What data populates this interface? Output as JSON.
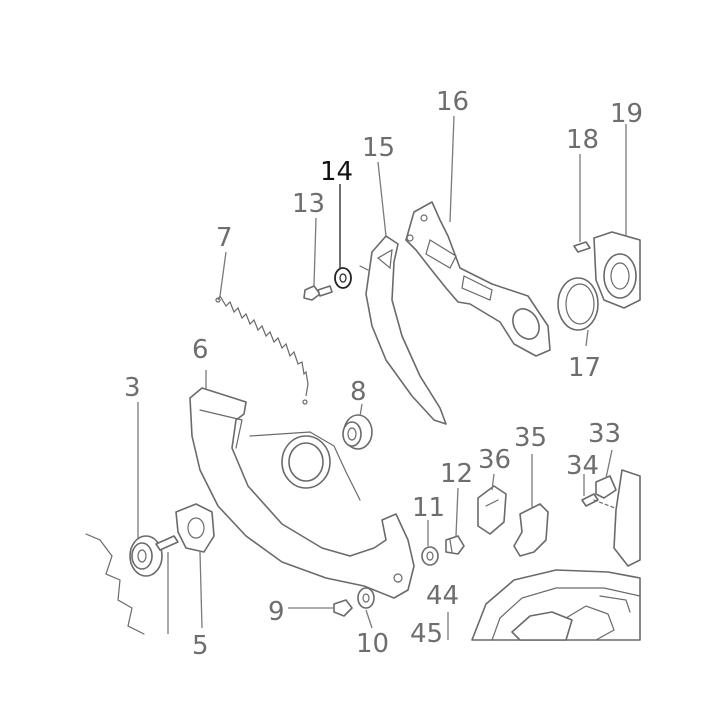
{
  "diagram": {
    "highlight_color": "#111111",
    "line_color": "#6a6a6a",
    "callouts": [
      {
        "id": "c3",
        "label": "3"
      },
      {
        "id": "c5",
        "label": "5"
      },
      {
        "id": "c6",
        "label": "6"
      },
      {
        "id": "c7",
        "label": "7"
      },
      {
        "id": "c8",
        "label": "8"
      },
      {
        "id": "c9",
        "label": "9"
      },
      {
        "id": "c10",
        "label": "10"
      },
      {
        "id": "c11",
        "label": "11"
      },
      {
        "id": "c12",
        "label": "12"
      },
      {
        "id": "c13",
        "label": "13"
      },
      {
        "id": "c14",
        "label": "14",
        "highlighted": true
      },
      {
        "id": "c15",
        "label": "15"
      },
      {
        "id": "c16",
        "label": "16"
      },
      {
        "id": "c17",
        "label": "17"
      },
      {
        "id": "c18",
        "label": "18"
      },
      {
        "id": "c19",
        "label": "19"
      },
      {
        "id": "c33",
        "label": "33"
      },
      {
        "id": "c34",
        "label": "34"
      },
      {
        "id": "c35",
        "label": "35"
      },
      {
        "id": "c36",
        "label": "36"
      },
      {
        "id": "c44",
        "label": "44"
      },
      {
        "id": "c45",
        "label": "45"
      }
    ]
  }
}
